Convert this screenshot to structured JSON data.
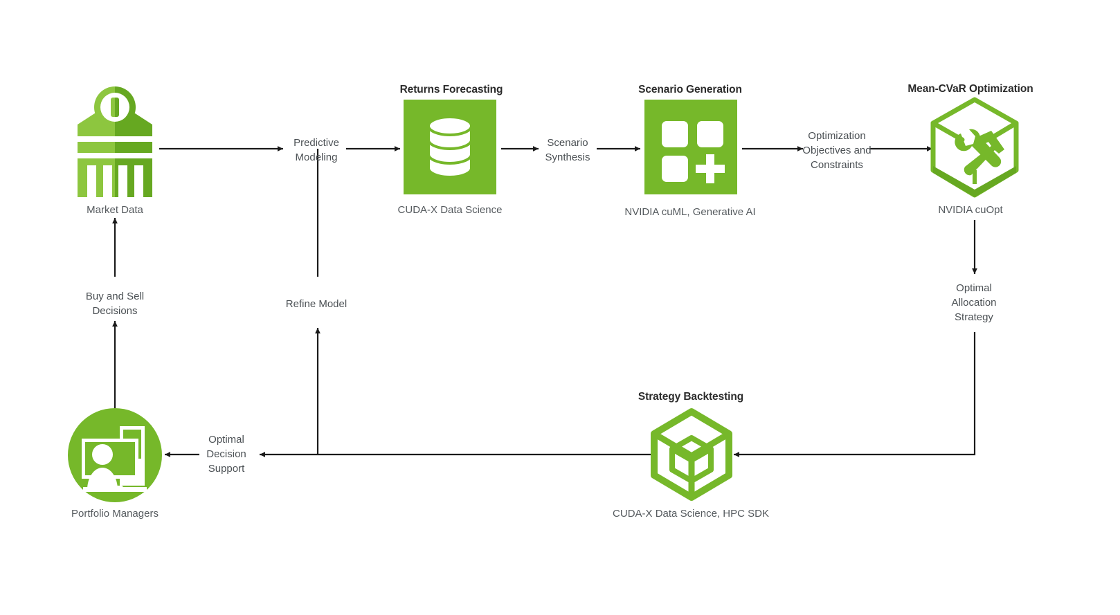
{
  "diagram": {
    "title_color": "#2b2b2b",
    "caption_color": "#555a5e",
    "label_color": "#4b5054",
    "green_primary": "#76B82A",
    "green_light": "#8DC63F",
    "green_dark": "#66A821",
    "arrow_color": "#1a1a1a"
  },
  "nodes": [
    {
      "id": "market-data",
      "title": "",
      "caption": "Market Data",
      "icon": "bank-building-icon"
    },
    {
      "id": "returns-forecasting",
      "title": "Returns Forecasting",
      "caption": "CUDA-X Data Science",
      "icon": "database-cylinder-icon"
    },
    {
      "id": "scenario-generation",
      "title": "Scenario Generation",
      "caption": "NVIDIA cuML, Generative AI",
      "icon": "grid-plus-icon"
    },
    {
      "id": "mean-cvar-optimization",
      "title": "Mean-CVaR Optimization",
      "caption": "NVIDIA cuOpt",
      "icon": "cube-tools-icon"
    },
    {
      "id": "strategy-backtesting",
      "title": "Strategy Backtesting",
      "caption": "CUDA-X Data Science, HPC SDK",
      "icon": "cube-outline-icon"
    },
    {
      "id": "portfolio-managers",
      "title": "",
      "caption": "Portfolio Managers",
      "icon": "person-at-desk-icon"
    }
  ],
  "edge_labels": [
    {
      "id": "predictive-modeling",
      "text": "Predictive\nModeling"
    },
    {
      "id": "scenario-synthesis",
      "text": "Scenario\nSynthesis"
    },
    {
      "id": "optimization-objectives",
      "text": "Optimization\nObjectives  and\nConstraints"
    },
    {
      "id": "optimal-allocation-strategy",
      "text": "Optimal\nAllocation\nStrategy"
    },
    {
      "id": "optimal-decision-support",
      "text": "Optimal\nDecision\nSupport"
    },
    {
      "id": "buy-and-sell-decisions",
      "text": "Buy and Sell\nDecisions"
    },
    {
      "id": "refine-model",
      "text": "Refine Model"
    }
  ]
}
